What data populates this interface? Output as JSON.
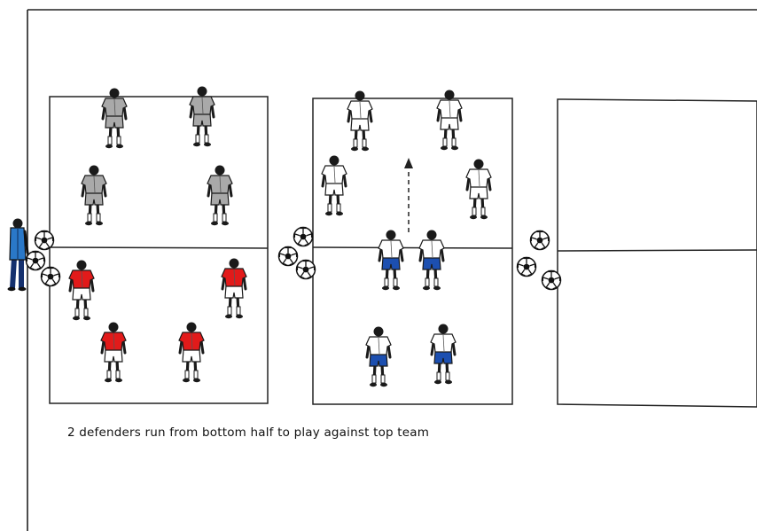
{
  "caption": "2 defenders run from bottom half to play against top team",
  "colors": {
    "line": "#222222",
    "grey_team": "#a9a9a9",
    "red_team": "#e21a1a",
    "blue_team": "#1c4fb0",
    "white_kit": "#ffffff",
    "coach_jacket": "#2a78c8",
    "coach_pants": "#14306e",
    "skin": "#333333"
  },
  "fields": [
    {
      "name": "field-left",
      "players": [
        "grey-team",
        "red-team"
      ]
    },
    {
      "name": "field-middle",
      "players": [
        "white-team",
        "blue-team"
      ],
      "arrow": "run-up-arrow"
    },
    {
      "name": "field-right",
      "players": []
    }
  ],
  "icons": [
    "coach-icon",
    "soccer-ball-icon",
    "player-icon",
    "arrow-up-icon"
  ]
}
